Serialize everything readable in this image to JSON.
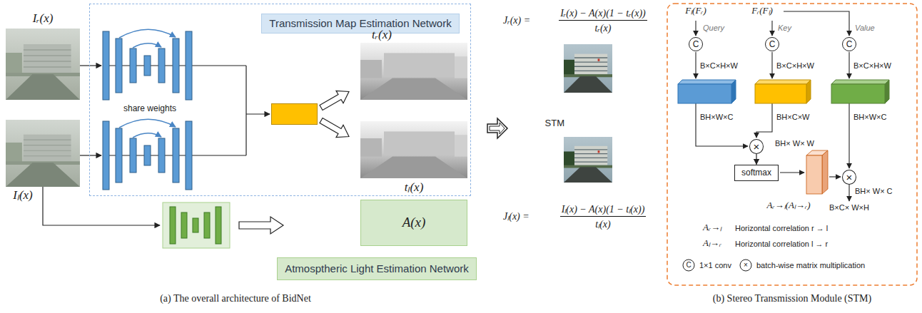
{
  "diagram": {
    "nodes": [
      {
        "text": [
          "Transmission Map Estimation Network"
        ]
      },
      {
        "text": [
          "STM"
        ],
        "in": 0
      },
      {
        "text": [
          "A(x)"
        ]
      },
      {
        "text": [
          "Atmosptheric Light Estimation Network"
        ]
      },
      {
        "text": [
          "C"
        ]
      },
      {
        "text": [
          "C"
        ]
      },
      {
        "text": [
          "C"
        ]
      },
      {
        "text": [
          "×"
        ]
      },
      {
        "text": [
          "softmax"
        ]
      },
      {
        "text": [
          "×"
        ]
      }
    ],
    "edges": [
      {
        "from": 7,
        "to": 8,
        "arrow": "to"
      }
    ],
    "labels": [
      "Iᵣ(x)",
      "Iₗ(x)",
      "share weights",
      "tᵣ(x)",
      "tₗ(x)",
      "Jᵣ(x) =",
      "Iᵣ(x) − A(x)(1 − tᵣ(x))",
      "tᵣ(x)",
      "Jₗ(x) =",
      "Iₗ(x) − A(x)(1 − tₗ(x))",
      "tₗ(x)",
      "(a) The overall architecture of BidNet",
      "(b) Stereo Transmission Module (STM)",
      "Fₗ(Fᵣ)",
      "Query",
      "Fᵣ(Fₗ)",
      "Key",
      "Value",
      "B×C×H×W",
      "B×C×H×W",
      "B×C×H×W",
      "BH×W×C",
      "BH×C×W",
      "BH×W×C",
      "BH× W× W",
      "BH× W× C",
      "B×C× W×H",
      "Aᵣ→ₗ(Aₗ→ᵣ)",
      "Aᵣ→ₗ",
      "Horizontal correlation r → l",
      "Aₗ→ᵣ",
      "Horizontal correlation l → r",
      "C",
      "1×1 conv",
      "×",
      "batch-wise matrix multiplication"
    ]
  }
}
